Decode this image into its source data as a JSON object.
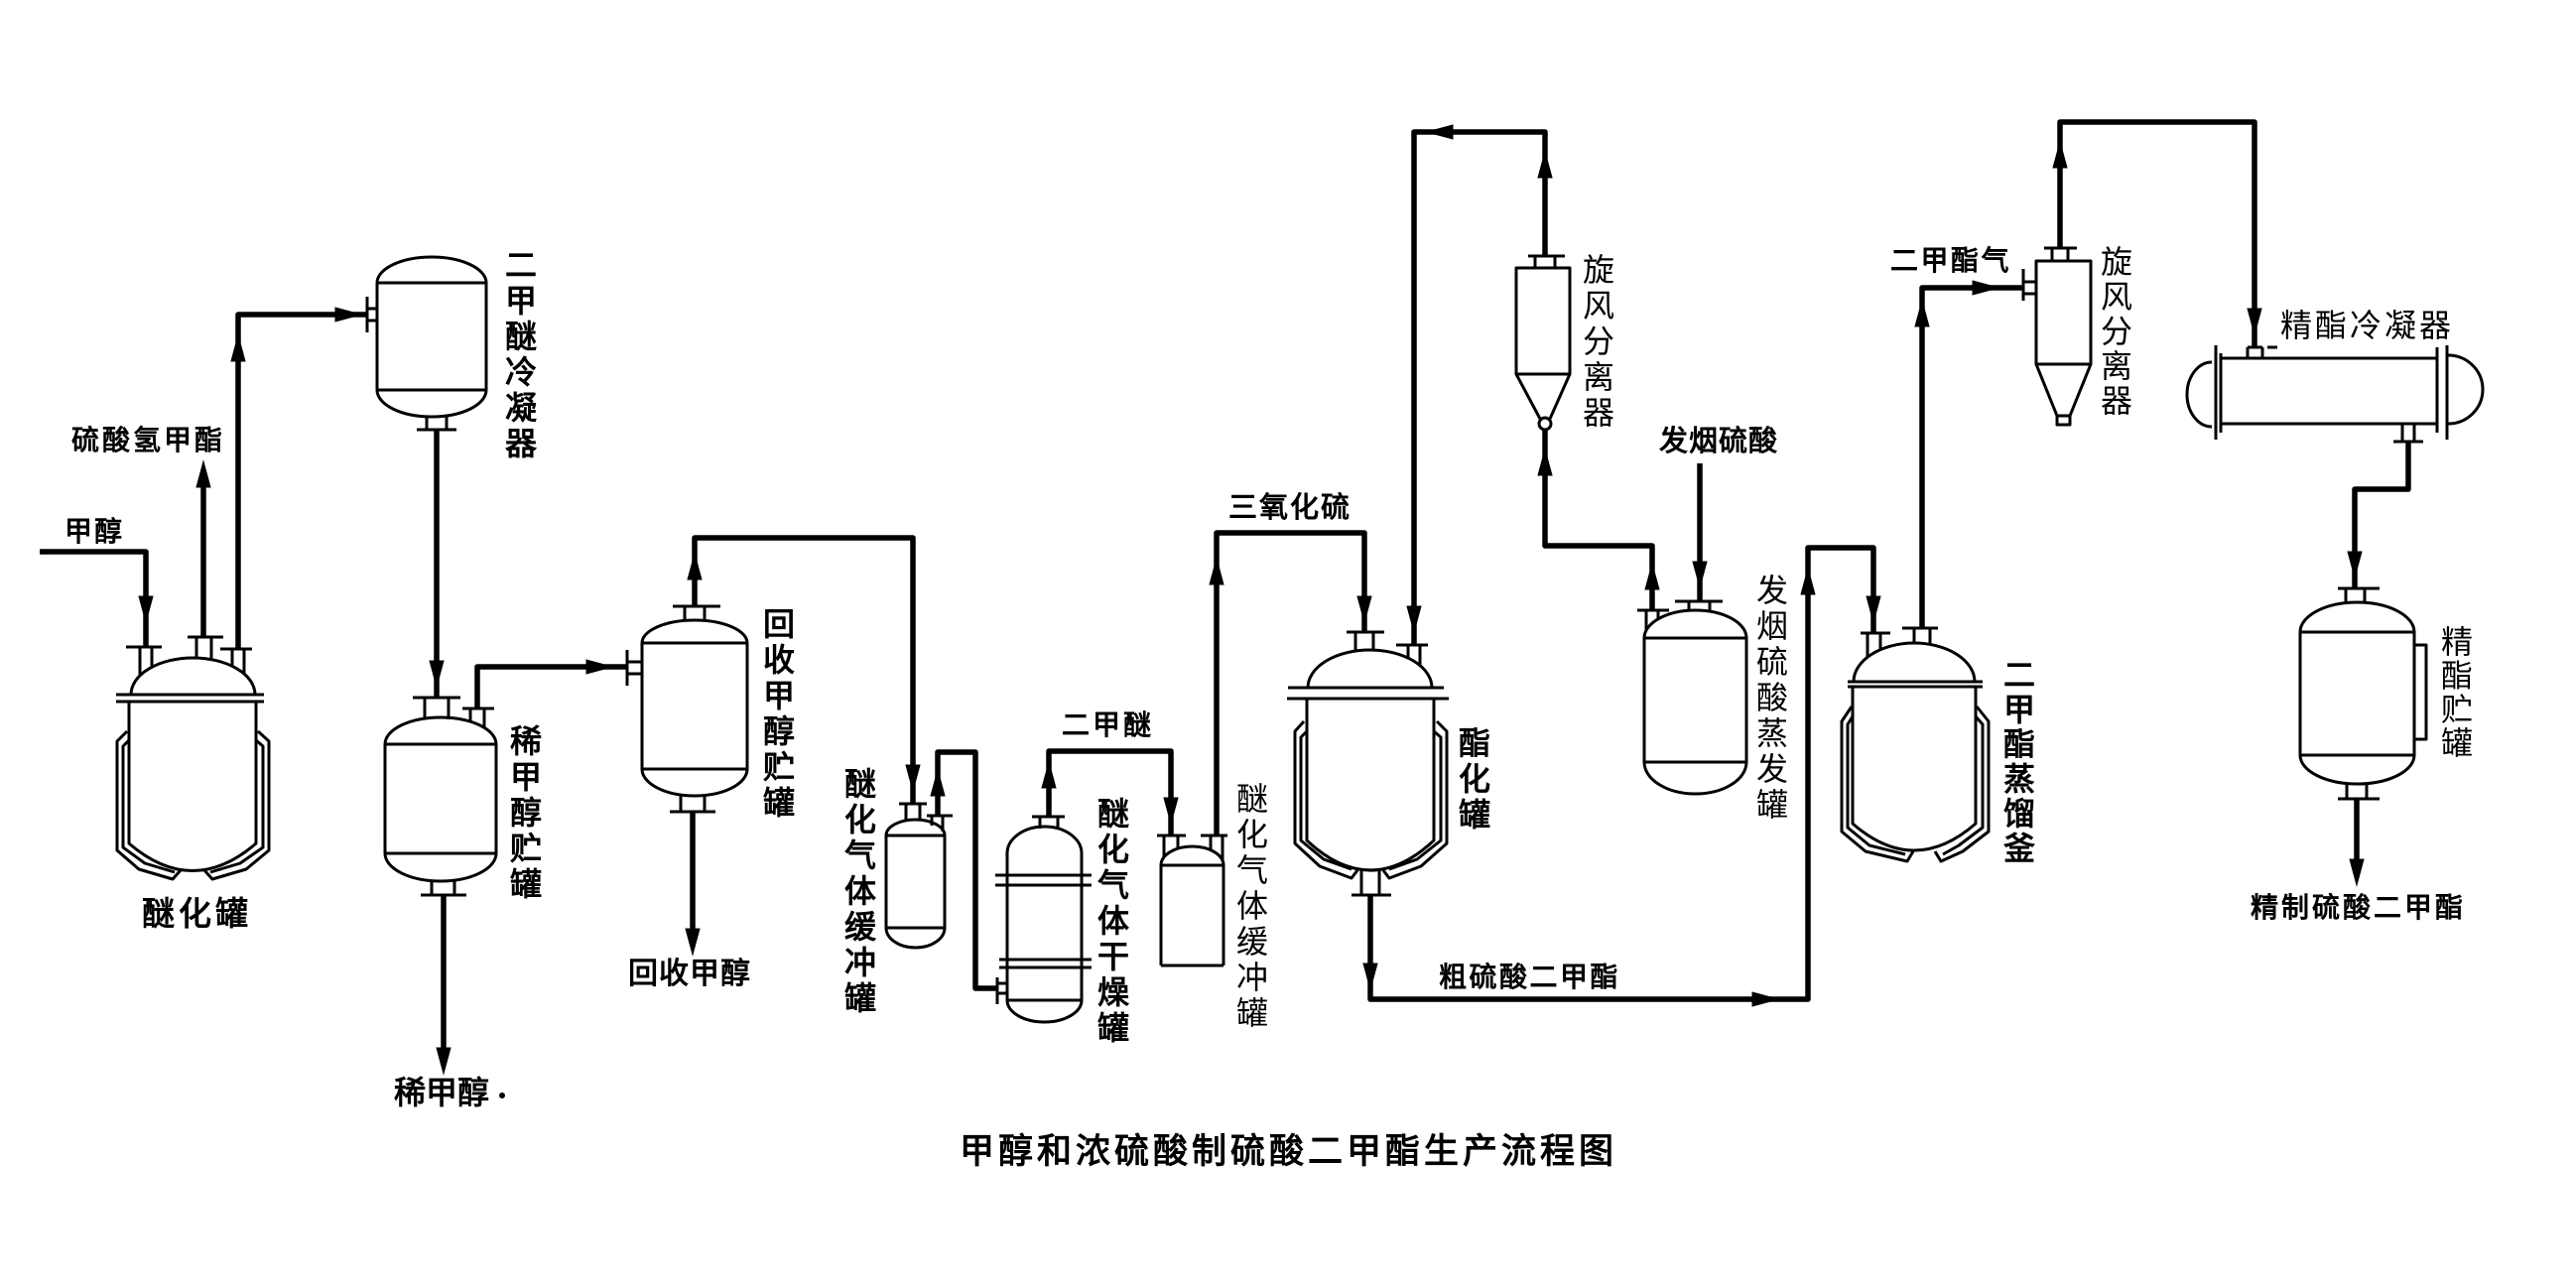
{
  "diagram": {
    "title": "甲醇和浓硫酸制硫酸二甲酯生产流程图",
    "colors": {
      "line": "#000000",
      "background": "#ffffff"
    },
    "equipment": {
      "ether_reactor": "醚化罐",
      "dme_condenser": "二甲醚冷凝器",
      "dilute_methanol_tank": "稀甲醇贮罐",
      "recovered_methanol_tank": "回收甲醇贮罐",
      "ether_gas_buffer_tank_1": "醚化气体缓冲罐",
      "ether_gas_dryer": "醚化气体干燥罐",
      "ether_gas_buffer_tank_2": "醚化气体缓冲罐",
      "esterification_reactor": "酯化罐",
      "cyclone_separator_1": "旋风分离器",
      "oleum_evaporator": "发烟硫酸蒸发罐",
      "dms_still": "二甲酯蒸馏釜",
      "cyclone_separator_2": "旋风分离器",
      "refined_ester_condenser": "精酯冷凝器",
      "refined_ester_tank": "精酯贮罐"
    },
    "streams": {
      "methyl_hydrogen_sulfate": "硫酸氢甲酯",
      "methanol": "甲醇",
      "dilute_methanol": "稀甲醇",
      "recovered_methanol": "回收甲醇",
      "dimethyl_ether": "二甲醚",
      "sulfur_trioxide": "三氧化硫",
      "oleum": "发烟硫酸",
      "crude_dms": "粗硫酸二甲酯",
      "dms_vapor": "二甲酯气",
      "refined_dms": "精制硫酸二甲酯"
    }
  }
}
